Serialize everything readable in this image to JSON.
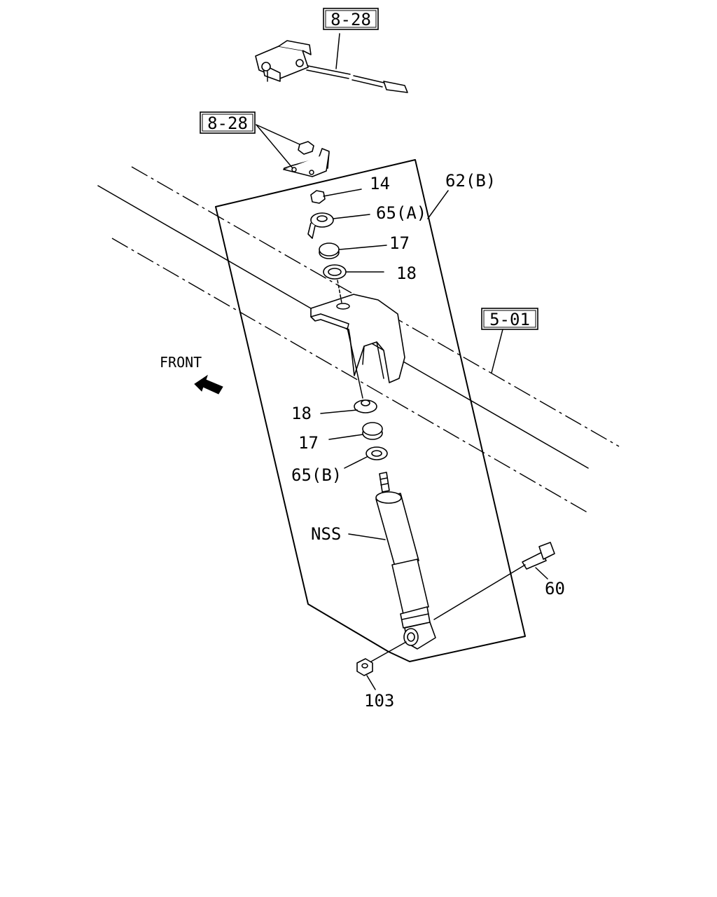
{
  "refs": {
    "top": "8-28",
    "bracket": "8-28",
    "frame": "5-01"
  },
  "labels": {
    "p14": "14",
    "p65a": "65(A)",
    "p17_top": "17",
    "p18_top": "18",
    "p62b": "62(B)",
    "p18_bot": "18",
    "p17_bot": "17",
    "p65b": "65(B)",
    "nss": "NSS",
    "p60": "60",
    "p103": "103"
  },
  "front": "FRONT"
}
